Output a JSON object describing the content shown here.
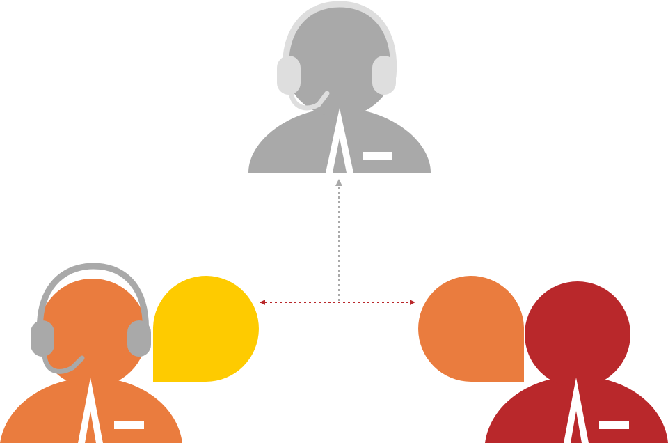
{
  "colors": {
    "background": "#ffffff",
    "supervisor": "#a9a9a9",
    "supervisor_headset": "#dedede",
    "agent": "#ea7c3e",
    "agent_headset": "#a9a9a9",
    "agent_bubble": "#fecb00",
    "customer": "#b9282b",
    "customer_bubble": "#ea7c3e",
    "tie": "#ffffff",
    "badge": "#ffffff",
    "dialog_arrow": "#b9282b",
    "monitor_arrow": "#a9a9a9"
  },
  "figures": [
    {
      "role": "supervisor",
      "icon": "supervisor-with-headset-icon"
    },
    {
      "role": "agent",
      "icon": "agent-with-headset-icon"
    },
    {
      "role": "customer",
      "icon": "customer-icon"
    }
  ],
  "bubbles": [
    {
      "owner": "agent",
      "icon": "speech-bubble-icon"
    },
    {
      "owner": "customer",
      "icon": "speech-bubble-icon"
    }
  ],
  "connectors": [
    {
      "from": "agent",
      "to": "customer",
      "style": "dotted",
      "direction": "both",
      "icon": "double-arrow-icon"
    },
    {
      "from": "conversation",
      "to": "supervisor",
      "style": "dotted",
      "direction": "up",
      "icon": "arrow-up-icon"
    }
  ]
}
